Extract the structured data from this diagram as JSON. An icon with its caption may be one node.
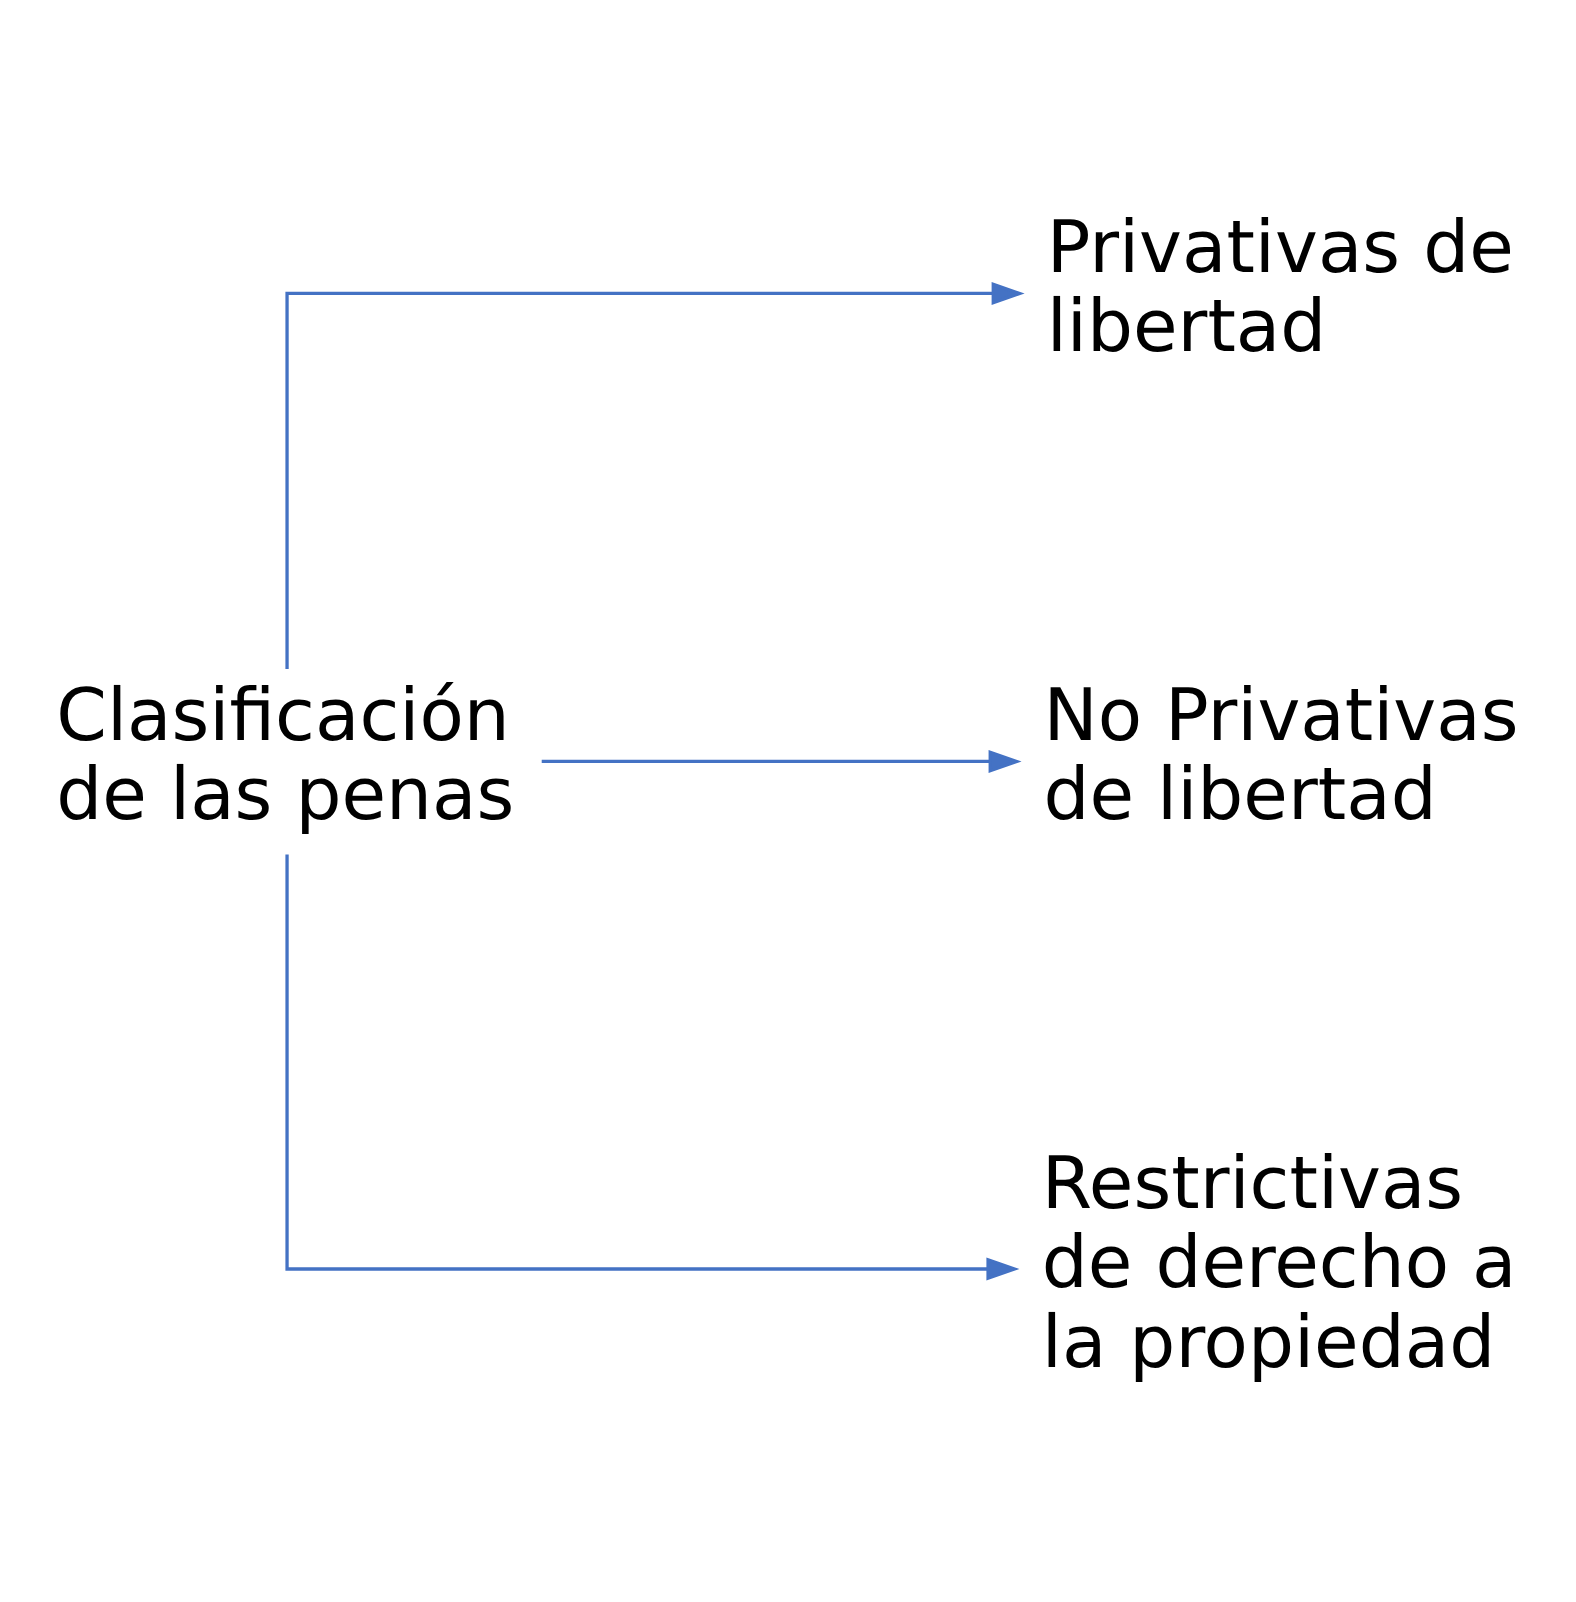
{
  "diagram": {
    "nodes": [
      {
        "text": [
          "Clasificación de las penas"
        ]
      },
      {
        "text": [
          "Privativas de libertad"
        ]
      },
      {
        "text": [
          "No Privativas de libertad"
        ]
      },
      {
        "text": [
          "Restrictivas de derecho a la propiedad"
        ]
      }
    ],
    "edges": [
      {
        "from": 0,
        "to": 1,
        "arrow": "to"
      },
      {
        "from": 0,
        "to": 2,
        "arrow": "to"
      },
      {
        "from": 0,
        "to": 3,
        "arrow": "to"
      }
    ]
  }
}
